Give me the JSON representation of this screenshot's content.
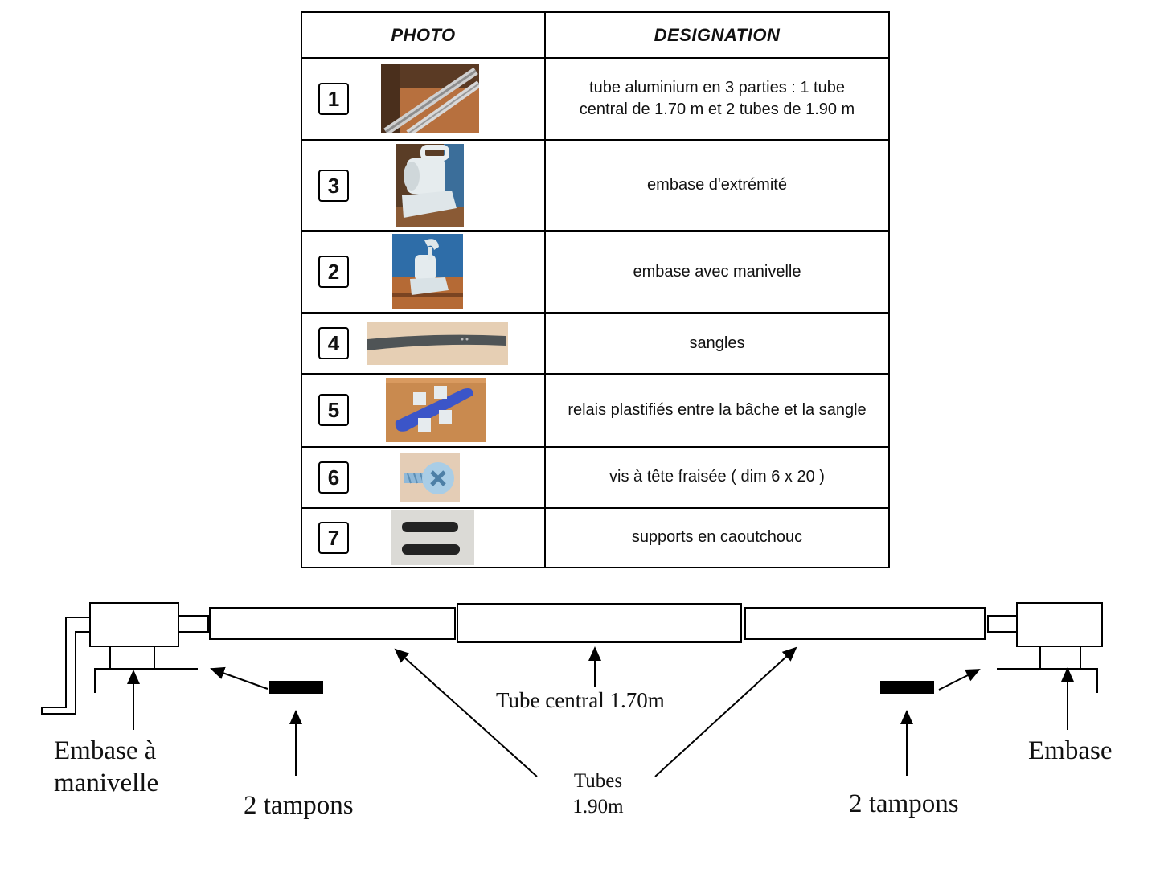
{
  "table": {
    "headers": {
      "photo": "PHOTO",
      "designation": "DESIGNATION"
    },
    "rows": [
      {
        "number": "1",
        "photo_icon": "aluminium-tubes-photo",
        "designation": "tube aluminium en 3 parties : 1 tube central de 1.70 m et 2 tubes de 1.90 m"
      },
      {
        "number": "3",
        "photo_icon": "end-base-photo",
        "designation": "embase d'extrémité"
      },
      {
        "number": "2",
        "photo_icon": "crank-base-photo",
        "designation": "embase avec manivelle"
      },
      {
        "number": "4",
        "photo_icon": "strap-photo",
        "designation": "sangles"
      },
      {
        "number": "5",
        "photo_icon": "plastic-relay-photo",
        "designation": "relais plastifiés entre la bâche et la sangle"
      },
      {
        "number": "6",
        "photo_icon": "countersunk-screw-photo",
        "designation": "vis à tête fraisée ( dim 6 x 20 )"
      },
      {
        "number": "7",
        "photo_icon": "rubber-supports-photo",
        "designation": "supports en caoutchouc"
      }
    ]
  },
  "diagram": {
    "labels": {
      "crank_base_line1": "Embase à",
      "crank_base_line2": "manivelle",
      "pads_left": "2 tampons",
      "central_tube": "Tube central 1.70m",
      "tubes_line1": "Tubes",
      "tubes_line2": "1.90m",
      "pads_right": "2 tampons",
      "end_base": "Embase"
    }
  }
}
